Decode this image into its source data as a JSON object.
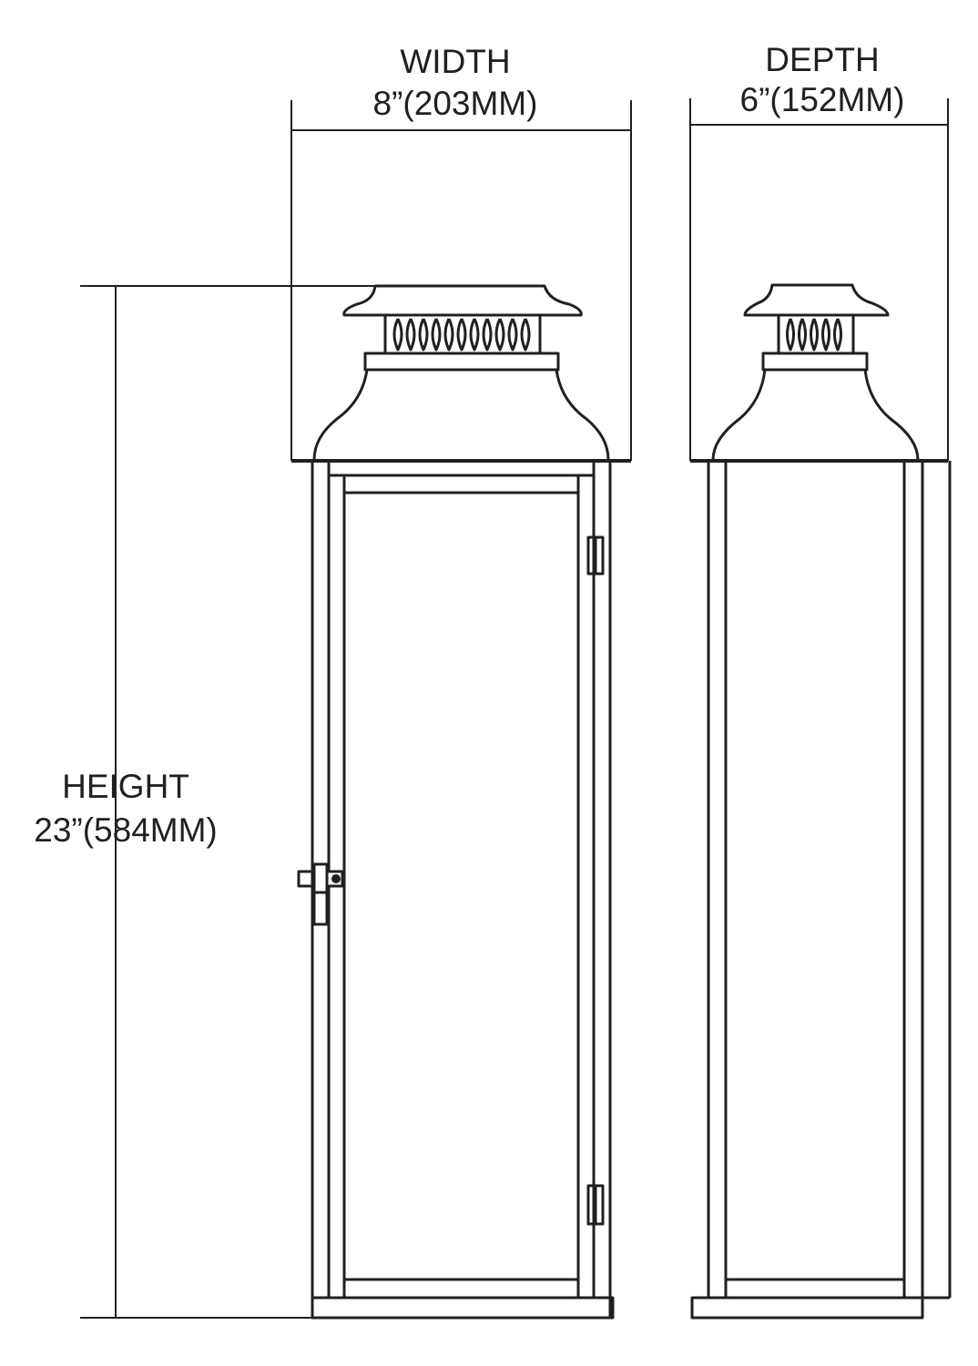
{
  "title": "Lantern dimension drawing",
  "dimensions": {
    "width": {
      "label": "WIDTH",
      "value": "8”(203MM)"
    },
    "depth": {
      "label": "DEPTH",
      "value": "6”(152MM)"
    },
    "height": {
      "label": "HEIGHT",
      "value": "23”(584MM)"
    }
  },
  "colors": {
    "line": "#231f20",
    "background": "#ffffff"
  }
}
